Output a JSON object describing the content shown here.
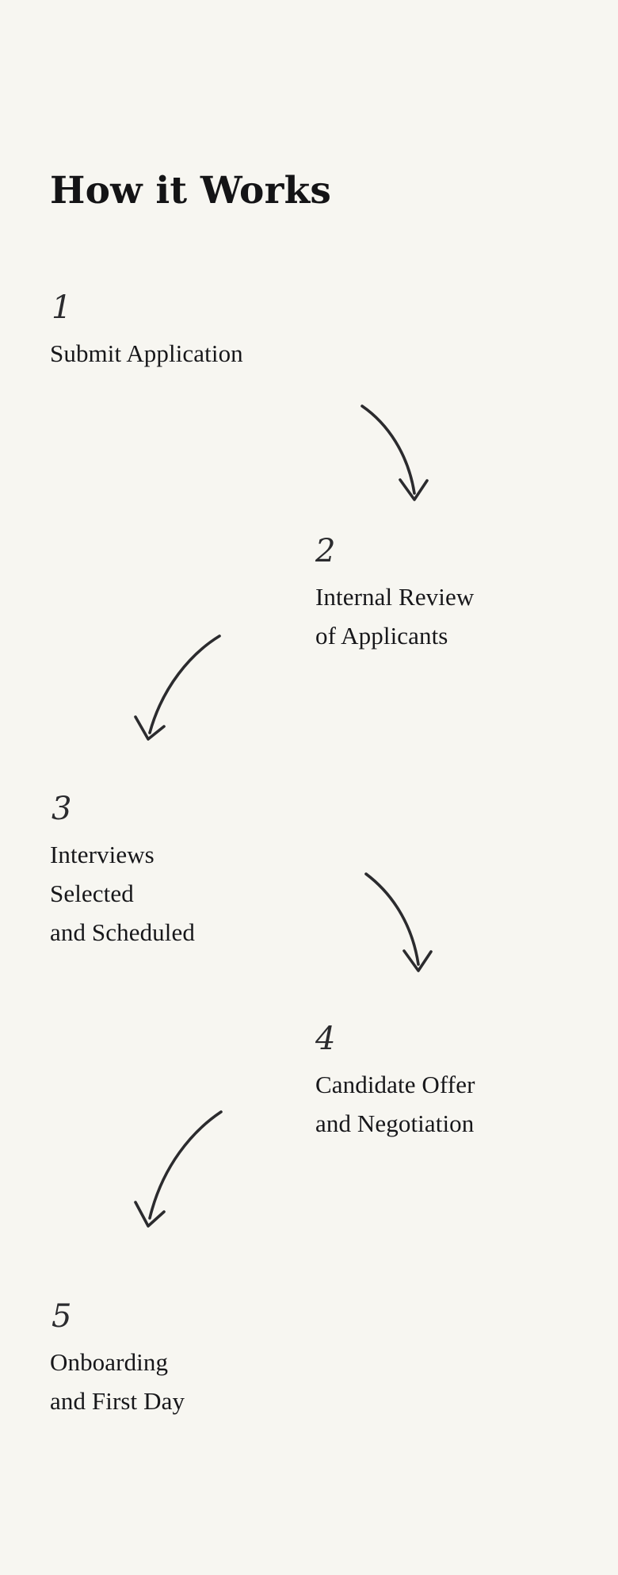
{
  "page": {
    "background_color": "#f7f6f1",
    "text_color": "#17171a",
    "accent_color": "#2b2b2e"
  },
  "header": {
    "title": "How it Works"
  },
  "steps": [
    {
      "number": "1",
      "label": "Submit Application",
      "side": "left"
    },
    {
      "number": "2",
      "label": "Internal Review\nof Applicants",
      "side": "right"
    },
    {
      "number": "3",
      "label": "Interviews\nSelected\nand Scheduled",
      "side": "left"
    },
    {
      "number": "4",
      "label": "Candidate Offer\nand Negotiation",
      "side": "right"
    },
    {
      "number": "5",
      "label": "Onboarding\nand First Day",
      "side": "left"
    }
  ],
  "connectors": [
    {
      "name": "arrow-step-1-to-2",
      "direction": "right-down"
    },
    {
      "name": "arrow-step-2-to-3",
      "direction": "left-down"
    },
    {
      "name": "arrow-step-3-to-4",
      "direction": "right-down"
    },
    {
      "name": "arrow-step-4-to-5",
      "direction": "left-down"
    }
  ]
}
